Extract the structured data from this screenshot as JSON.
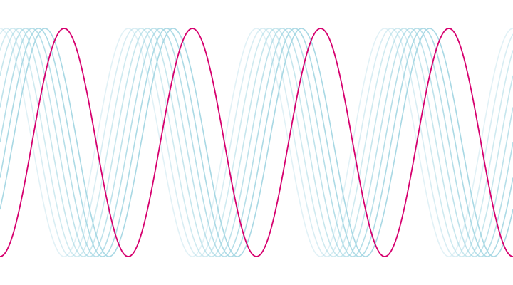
{
  "chart_data": {
    "type": "line",
    "title": "",
    "xlabel": "",
    "ylabel": "",
    "grid": false,
    "legend": "none",
    "axes_visible": false,
    "wave": {
      "function": "sine",
      "amplitude": 1,
      "period_count": 4,
      "samples": 480
    },
    "ylim": [
      -1,
      1
    ],
    "series": [
      {
        "phase_shift": 0.0,
        "color": "#a8d8e4",
        "opacity": 0.35,
        "highlight": false
      },
      {
        "phase_shift": 0.05,
        "color": "#a8d8e4",
        "opacity": 0.45,
        "highlight": false
      },
      {
        "phase_shift": 0.1,
        "color": "#a8d8e4",
        "opacity": 0.55,
        "highlight": false
      },
      {
        "phase_shift": 0.15,
        "color": "#a8d8e4",
        "opacity": 0.65,
        "highlight": false
      },
      {
        "phase_shift": 0.2,
        "color": "#a8d8e4",
        "opacity": 0.75,
        "highlight": false
      },
      {
        "phase_shift": 0.25,
        "color": "#a8d8e4",
        "opacity": 0.85,
        "highlight": false
      },
      {
        "phase_shift": 0.3,
        "color": "#a8d8e4",
        "opacity": 0.95,
        "highlight": false
      },
      {
        "phase_shift": 0.35,
        "color": "#a8d8e4",
        "opacity": 1.0,
        "highlight": false
      },
      {
        "phase_shift": 0.5,
        "color": "#d6006e",
        "opacity": 1.0,
        "highlight": true
      }
    ]
  }
}
